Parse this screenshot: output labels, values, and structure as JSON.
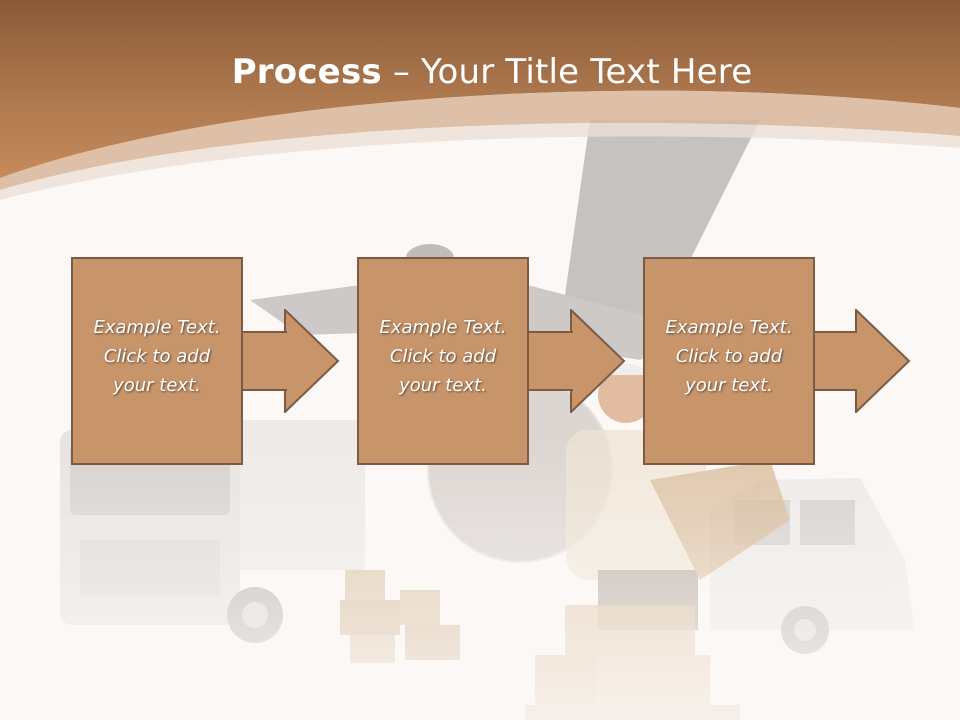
{
  "slide": {
    "title_bold": "Process",
    "title_rest": " – Your Title Text Here",
    "steps": [
      {
        "line1": "Example Text.",
        "line2": "Click  to add",
        "line3": "your text."
      },
      {
        "line1": "Example Text.",
        "line2": "Click  to add",
        "line3": "your text."
      },
      {
        "line1": "Example Text.",
        "line2": "Click  to add",
        "line3": "your text."
      }
    ]
  },
  "colors": {
    "header_brown": "#a36d45",
    "box_fill": "#c8956b",
    "box_border": "#7c5a43",
    "background": "#fbf8f6"
  }
}
